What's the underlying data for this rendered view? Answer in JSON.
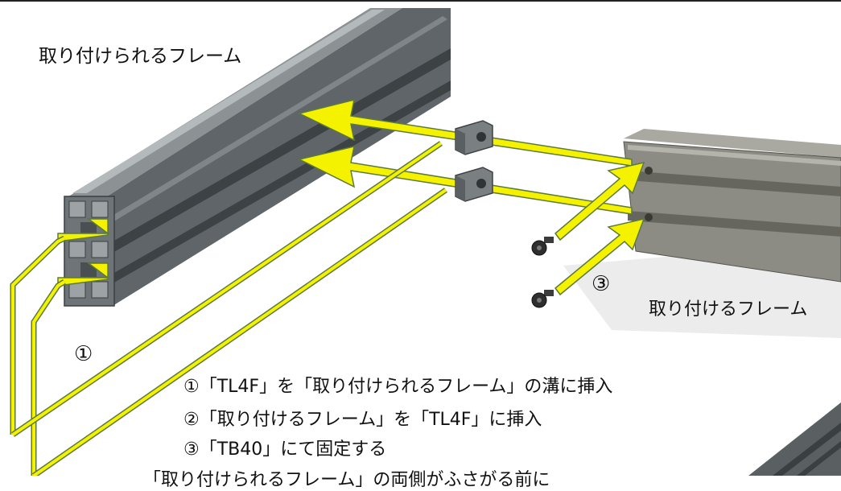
{
  "labels": {
    "target_frame": "取り付けられるフレーム",
    "attach_frame": "取り付けるフレーム",
    "num1": "①",
    "num3": "③"
  },
  "steps": [
    "①「TL4F」を「取り付けられるフレーム」の溝に挿入",
    "②「取り付けるフレーム」を「TL4F」に挿入",
    "③「TB40」にて固定する"
  ],
  "note": "「取り付けられるフレーム」の両側がふさがる前に",
  "colors": {
    "arrow": "#f5f200",
    "arrow_outline": "#5c7a3a",
    "frame_dark": "#4d5254",
    "frame_mid": "#6b7073",
    "frame_light": "#9aa0a2",
    "frame2_mid": "#8c8c84",
    "frame2_dark": "#66665f"
  }
}
